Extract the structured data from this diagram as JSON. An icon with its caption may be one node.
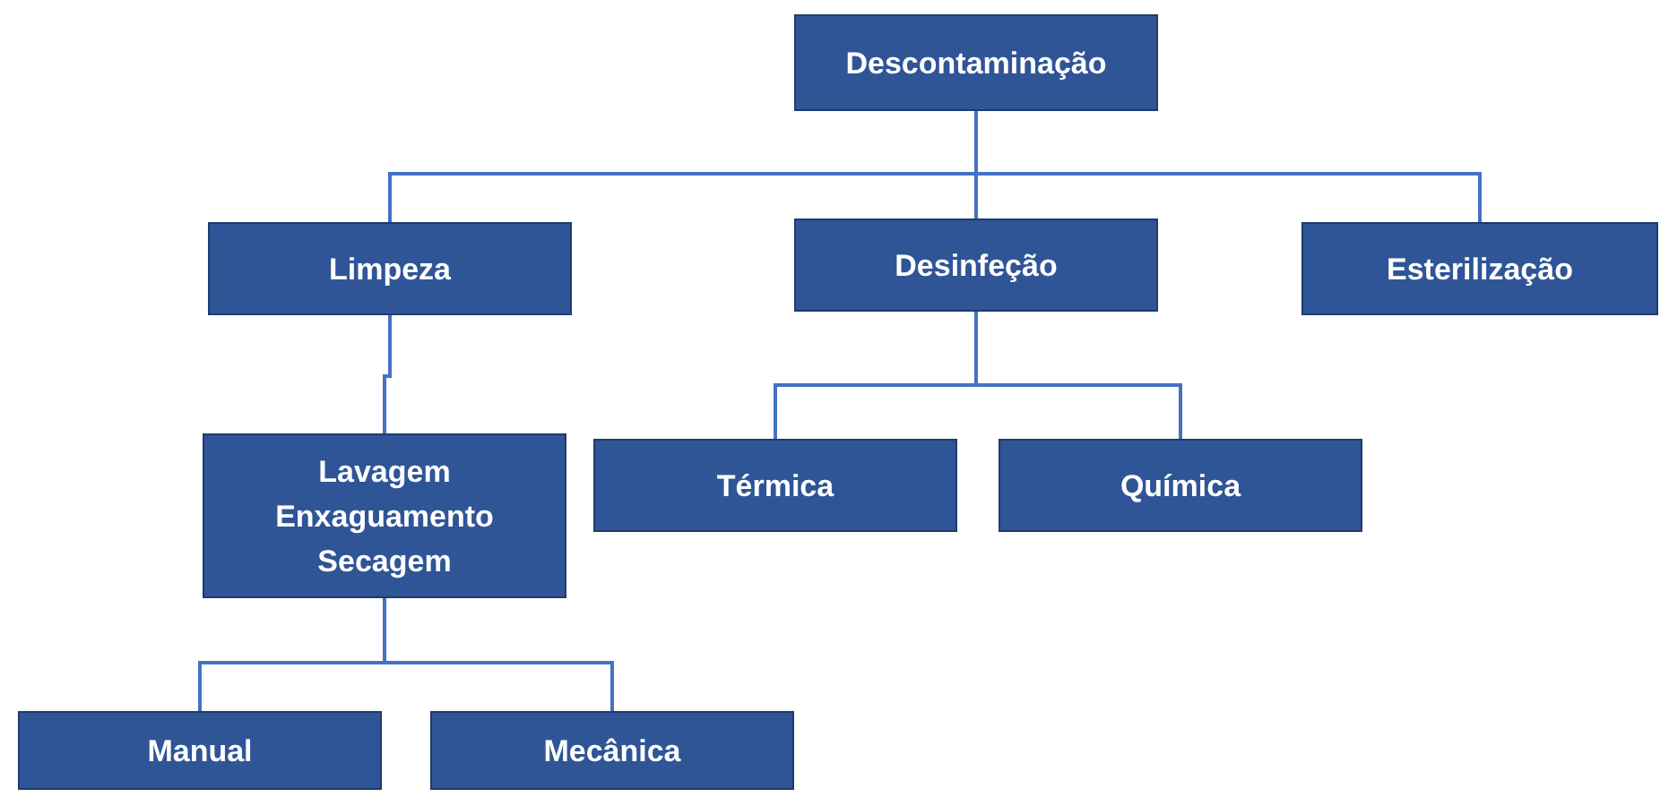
{
  "diagram": {
    "nodes": [
      {
        "text": [
          "Descontaminação"
        ]
      },
      {
        "text": [
          "Limpeza"
        ]
      },
      {
        "text": [
          "Desinfeção"
        ]
      },
      {
        "text": [
          "Esterilização"
        ]
      },
      {
        "text": [
          "Lavagem",
          "Enxaguamento",
          "Secagem"
        ]
      },
      {
        "text": [
          "Térmica"
        ]
      },
      {
        "text": [
          "Química"
        ]
      },
      {
        "text": [
          "Manual"
        ]
      },
      {
        "text": [
          "Mecânica"
        ]
      }
    ],
    "edges": [
      {
        "from": 0,
        "to": 1,
        "arrow": "none"
      },
      {
        "from": 0,
        "to": 2,
        "arrow": "none"
      },
      {
        "from": 0,
        "to": 3,
        "arrow": "none"
      },
      {
        "from": 1,
        "to": 4,
        "arrow": "none"
      },
      {
        "from": 2,
        "to": 5,
        "arrow": "none"
      },
      {
        "from": 2,
        "to": 6,
        "arrow": "none"
      },
      {
        "from": 4,
        "to": 7,
        "arrow": "none"
      },
      {
        "from": 4,
        "to": 8,
        "arrow": "none"
      }
    ]
  }
}
